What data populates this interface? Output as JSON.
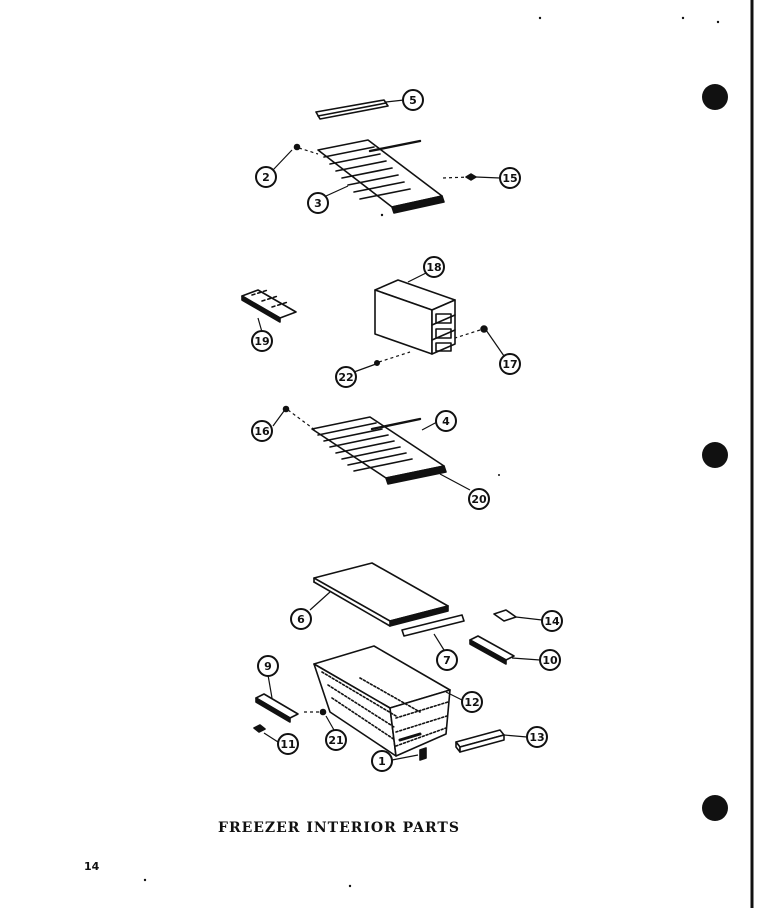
{
  "diagram": {
    "title": "FREEZER INTERIOR PARTS",
    "page_number": "14",
    "callouts": [
      "5",
      "2",
      "3",
      "15",
      "18",
      "19",
      "17",
      "22",
      "16",
      "4",
      "20",
      "6",
      "14",
      "7",
      "10",
      "9",
      "12",
      "11",
      "21",
      "13",
      "1"
    ]
  },
  "colors": {
    "ink": "#111111",
    "paper": "#ffffff"
  }
}
